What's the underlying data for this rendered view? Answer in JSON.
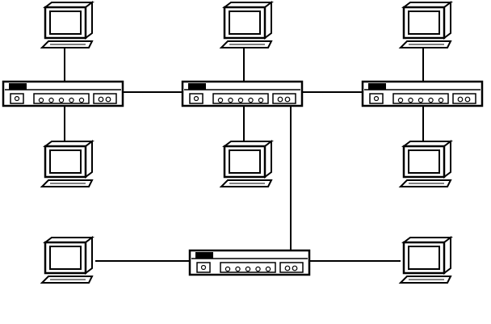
{
  "diagram": {
    "type": "network-topology",
    "stroke_color": "#000000",
    "fill_color": "#ffffff",
    "screen_color": "#ffffff",
    "device_kinds": [
      "computer-icon",
      "hub-icon"
    ],
    "hubs": [
      {
        "id": "hub-1",
        "ports": 5,
        "uplink_ports": 2
      },
      {
        "id": "hub-2",
        "ports": 5,
        "uplink_ports": 2
      },
      {
        "id": "hub-3",
        "ports": 5,
        "uplink_ports": 2
      },
      {
        "id": "hub-4",
        "ports": 5,
        "uplink_ports": 2
      }
    ],
    "computers": [
      {
        "id": "pc-1"
      },
      {
        "id": "pc-2"
      },
      {
        "id": "pc-3"
      },
      {
        "id": "pc-4"
      },
      {
        "id": "pc-5"
      },
      {
        "id": "pc-6"
      },
      {
        "id": "pc-7"
      },
      {
        "id": "pc-8"
      }
    ],
    "links": [
      {
        "from": "pc-1",
        "to": "hub-1"
      },
      {
        "from": "pc-2",
        "to": "hub-2"
      },
      {
        "from": "pc-3",
        "to": "hub-3"
      },
      {
        "from": "hub-1",
        "to": "pc-4"
      },
      {
        "from": "hub-2",
        "to": "pc-5"
      },
      {
        "from": "hub-3",
        "to": "pc-6"
      },
      {
        "from": "hub-1",
        "to": "hub-2"
      },
      {
        "from": "hub-2",
        "to": "hub-3"
      },
      {
        "from": "hub-2",
        "to": "hub-4"
      },
      {
        "from": "pc-7",
        "to": "hub-4"
      },
      {
        "from": "hub-4",
        "to": "pc-8"
      }
    ]
  }
}
